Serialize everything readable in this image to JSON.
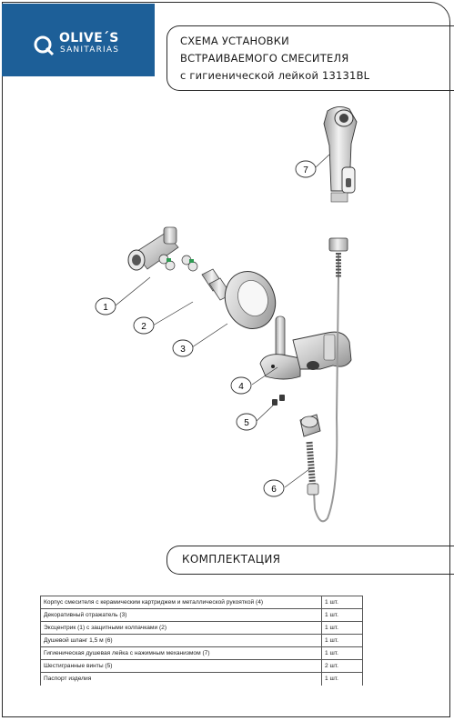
{
  "brand": {
    "name": "OLIVE´S",
    "sub": "SANITARIAS",
    "color": "#1d5f98"
  },
  "title": {
    "line1": "СХЕМА УСТАНОВКИ",
    "line2": "ВСТРАИВАЕМОГО СМЕСИТЕЛЯ",
    "line3": "с гигиенической лейкой 13131BL"
  },
  "callouts": [
    "1",
    "2",
    "3",
    "4",
    "5",
    "6",
    "7"
  ],
  "section": {
    "heading": "КОМПЛЕКТАЦИЯ"
  },
  "table": {
    "rows": [
      {
        "desc": "Корпус смесителя с керамическим картриджем и металлической  рукояткой (4)",
        "qty": "1 шт."
      },
      {
        "desc": "Декоративный отражатель (3)",
        "qty": "1 шт."
      },
      {
        "desc": "Эксцентрик (1) с защитными колпачками (2)",
        "qty": "1 шт."
      },
      {
        "desc": "Душевой шланг 1,5 м (6)",
        "qty": "1 шт."
      },
      {
        "desc": "Гигиеническая душевая лейка с нажимным механизмом (7)",
        "qty": "1 шт."
      },
      {
        "desc": "Шестигранные винты (5)",
        "qty": "2 шт."
      },
      {
        "desc": "Паспорт изделия",
        "qty": "1 шт."
      }
    ]
  }
}
